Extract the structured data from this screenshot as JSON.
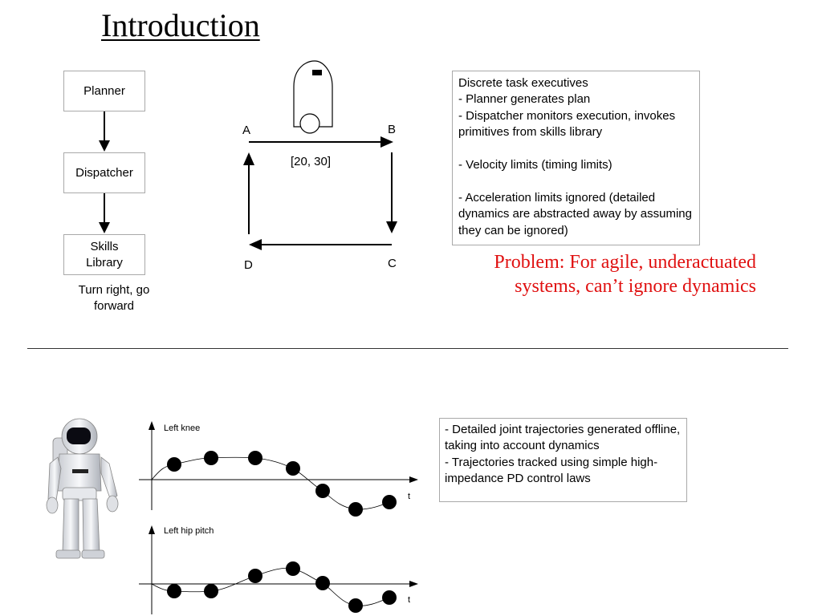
{
  "title": "Introduction",
  "flowchart": {
    "planner": "Planner",
    "dispatcher": "Dispatcher",
    "skills_library": "Skills Library",
    "caption": "Turn right, go forward"
  },
  "path_diagram": {
    "corner_a": "A",
    "corner_b": "B",
    "corner_c": "C",
    "corner_d": "D",
    "interval": "[20, 30]"
  },
  "executive_note": "Discrete task executives\n- Planner generates plan\n- Dispatcher monitors execution, invokes primitives from skills library\n\n- Velocity limits (timing limits)\n\n- Acceleration limits ignored (detailed dynamics are abstracted away by assuming they can be ignored)",
  "problem": "Problem:  For agile, underactuated systems, can’t ignore dynamics",
  "trajectory_note": "- Detailed joint trajectories generated offline, taking into account dynamics\n- Trajectories tracked using simple high-impedance PD control laws",
  "plots": {
    "left_knee": {
      "title": "Left knee",
      "xlabel": "t"
    },
    "left_hip": {
      "title": "Left hip pitch",
      "xlabel": "t"
    }
  },
  "colors": {
    "problem": "#e01010",
    "border": "#a9a9a9"
  }
}
